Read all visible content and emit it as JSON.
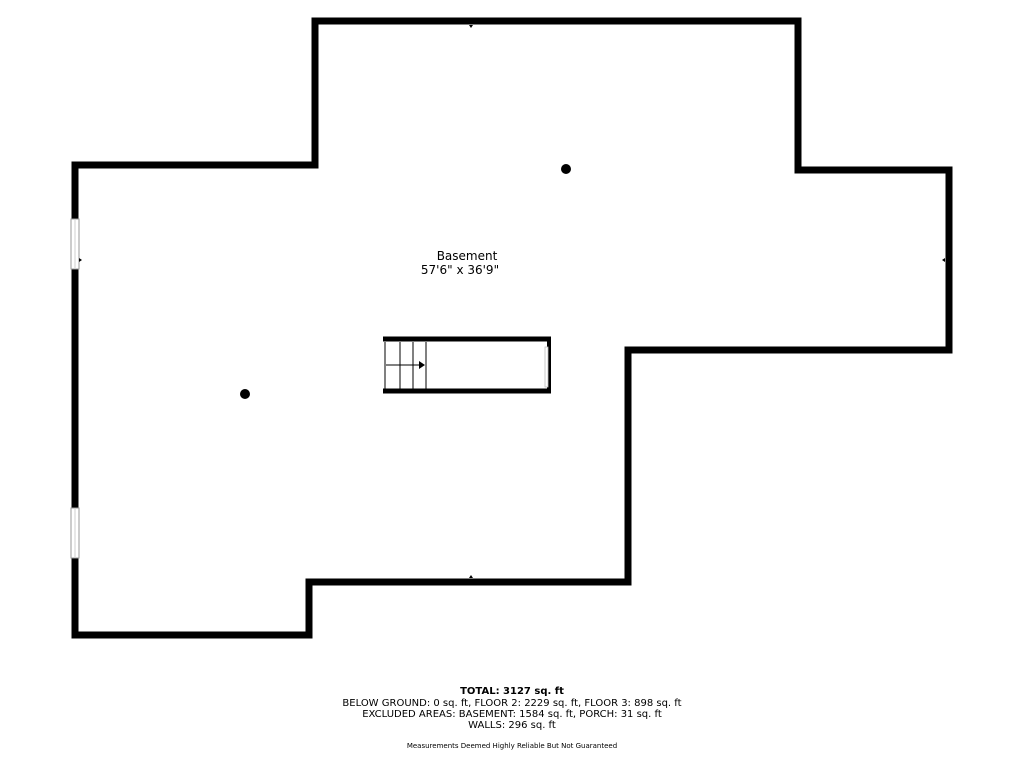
{
  "floor_plan": {
    "room": {
      "name": "Basement",
      "dimensions": "57'6\" x 36'9\""
    },
    "features": [
      "post",
      "post",
      "stairs",
      "window",
      "window"
    ],
    "colors": {
      "wall": "#000000",
      "floor": "#ffffff",
      "window": "#cfcfcf"
    }
  },
  "footer": {
    "total": "TOTAL: 3127 sq. ft",
    "below_ground": "BELOW GROUND: 0 sq. ft, FLOOR 2: 2229 sq. ft, FLOOR 3: 898 sq. ft",
    "excluded": "EXCLUDED AREAS: BASEMENT: 1584 sq. ft, PORCH: 31 sq. ft",
    "walls": "WALLS: 296 sq. ft",
    "disclaimer": "Measurements Deemed Highly Reliable But Not Guaranteed"
  }
}
